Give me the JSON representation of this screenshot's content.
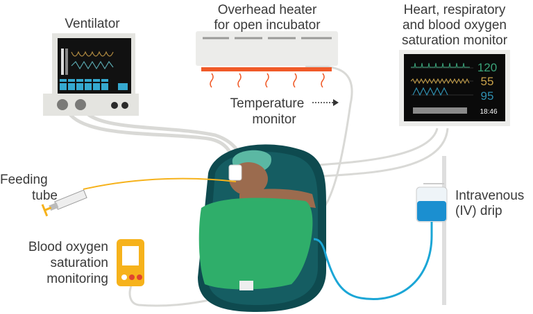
{
  "labels": {
    "ventilator": "Ventilator",
    "heater": [
      "Overhead heater",
      "for open incubator"
    ],
    "monitor": [
      "Heart, respiratory",
      "and blood oxygen",
      "saturation monitor"
    ],
    "temperature": [
      "Temperature",
      "monitor"
    ],
    "feeding": [
      "Feeding",
      "tube"
    ],
    "iv": [
      "Intravenous",
      "(IV) drip"
    ],
    "spo2": [
      "Blood oxygen",
      "saturation",
      "monitoring"
    ]
  },
  "monitor_readout": {
    "heart_rate": "120",
    "respiratory_rate": "55",
    "oxygen_saturation": "95",
    "time": "18:46"
  },
  "colors": {
    "hr": "#3aa37a",
    "resp": "#c9a24a",
    "spo2": "#2f8fb0",
    "blanket": "#2fae6a",
    "incubator": "#0e4a4f",
    "heater_glow": "#f05a28",
    "iv_line": "#1ba6d6",
    "feeding_line": "#f6b21b"
  }
}
